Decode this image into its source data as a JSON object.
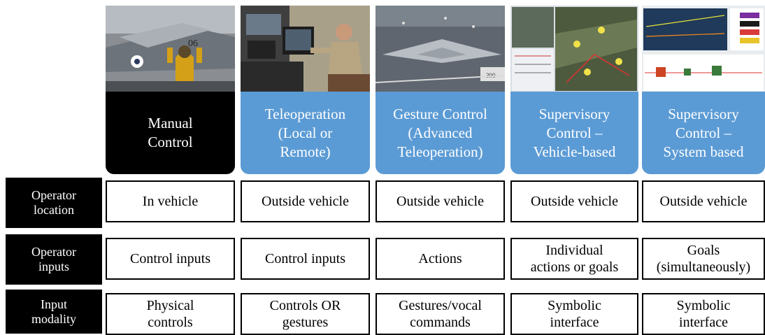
{
  "columns": [
    {
      "header": "Manual\nControl",
      "style": "black",
      "photo": "pilot-on-carrier-deck-photo"
    },
    {
      "header": "Teleoperation\n(Local or\nRemote)",
      "style": "blue",
      "photo": "operator-at-ground-station-photo"
    },
    {
      "header": "Gesture Control\n(Advanced\nTeleoperation)",
      "style": "blue",
      "photo": "drone-on-carrier-deck-photo"
    },
    {
      "header": "Supervisory\nControl –\nVehicle-based",
      "style": "blue",
      "photo": "map-interface-screenshot"
    },
    {
      "header": "Supervisory\nControl –\nSystem based",
      "style": "blue",
      "photo": "timeline-interface-screenshot"
    }
  ],
  "rows": [
    {
      "label": "Operator\nlocation",
      "cells": [
        "In vehicle",
        "Outside vehicle",
        "Outside vehicle",
        "Outside vehicle",
        "Outside vehicle"
      ]
    },
    {
      "label": "Operator\ninputs",
      "cells": [
        "Control inputs",
        "Control inputs",
        "Actions",
        "Individual\nactions or goals",
        "Goals\n(simultaneously)"
      ]
    },
    {
      "label": "Input\nmodality",
      "cells": [
        "Physical\ncontrols",
        "Controls OR\ngestures",
        "Gestures/vocal\ncommands",
        "Symbolic\ninterface",
        "Symbolic\ninterface"
      ]
    }
  ],
  "colors": {
    "header_black": "#000000",
    "header_blue": "#5b9bd5",
    "row_label_bg": "#000000"
  }
}
